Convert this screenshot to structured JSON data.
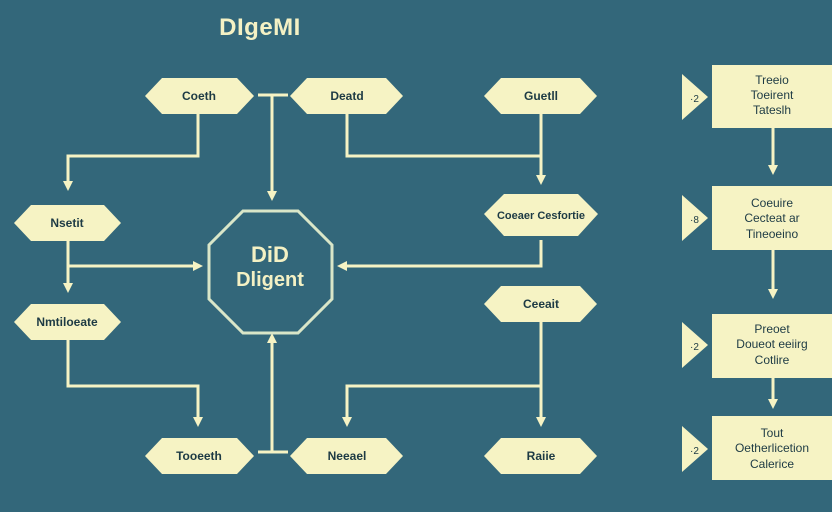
{
  "title": "DIgeMI",
  "colors": {
    "background": "#33677a",
    "shape_fill": "#f6f3c4",
    "line": "#f6f3c4",
    "text": "#1d3a44",
    "outline": "#d9e6c8"
  },
  "center": {
    "lines": [
      "DiD",
      "Dligent"
    ]
  },
  "nodes": [
    {
      "label": "Coeth"
    },
    {
      "label": "Deatd"
    },
    {
      "label": "Guetll"
    },
    {
      "label": "Nsetit"
    },
    {
      "label": "Coeaer Cesfortie"
    },
    {
      "label": "Nmtiloeate"
    },
    {
      "label": "Ceeait"
    },
    {
      "label": "Tooeeth"
    },
    {
      "label": "Neeael"
    },
    {
      "label": "Raiie"
    }
  ],
  "right_panel": [
    {
      "marker": "·2",
      "lines": [
        "Treeio",
        "Toeirent",
        "Tateslh"
      ]
    },
    {
      "marker": "·8",
      "lines": [
        "Coeuire",
        "Cecteat ar",
        "Tineoeino"
      ]
    },
    {
      "marker": "·2",
      "lines": [
        "Preoet",
        "Doueot eeiirg",
        "Cotlire"
      ]
    },
    {
      "marker": "·2",
      "lines": [
        "Tout",
        "Oetherlicetion",
        "Calerice"
      ]
    }
  ]
}
